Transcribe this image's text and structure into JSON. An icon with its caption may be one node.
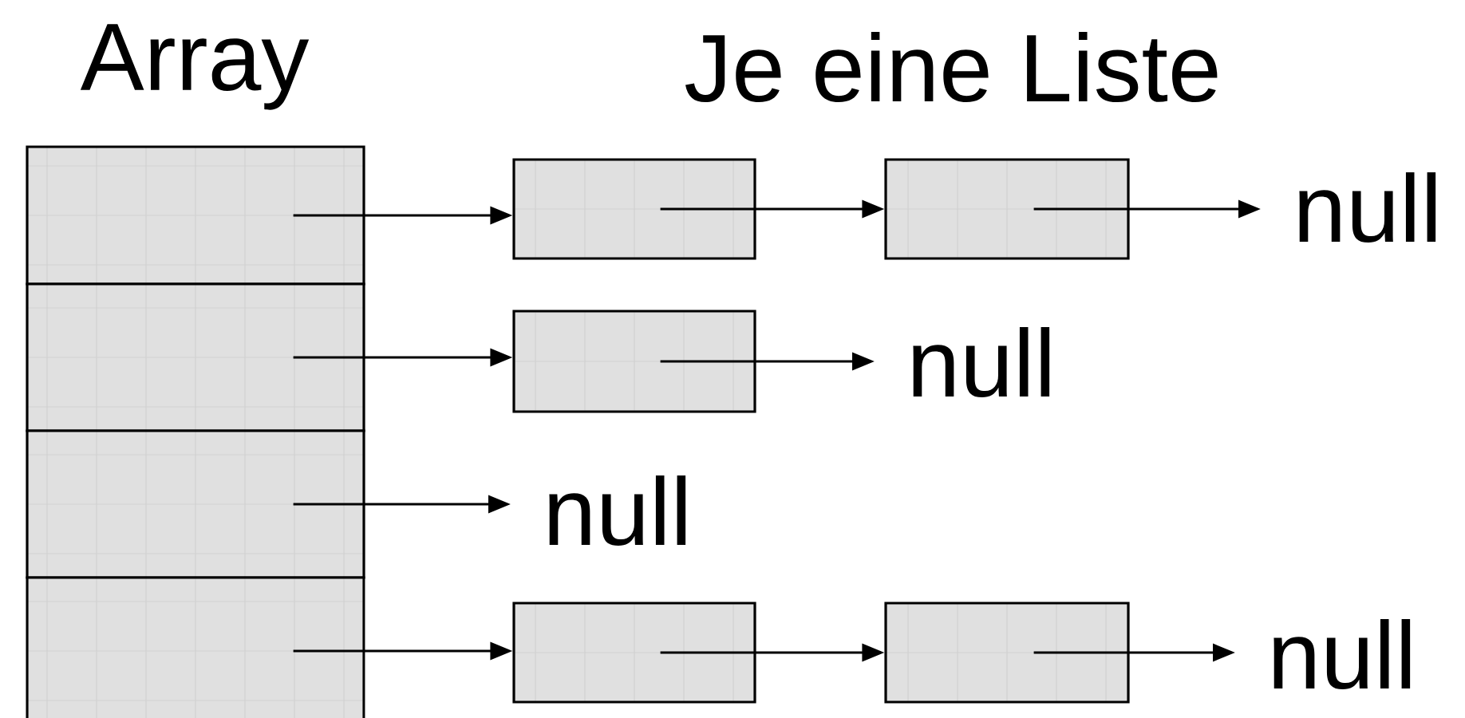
{
  "diagram": {
    "nodes": [
      {
        "text": [],
        "shape": "box"
      },
      {
        "text": [],
        "shape": "box"
      },
      {
        "text": [],
        "shape": "box"
      },
      {
        "text": [],
        "shape": "box"
      },
      {
        "text": [],
        "shape": "box"
      },
      {
        "text": [],
        "shape": "box"
      },
      {
        "text": [
          "null"
        ]
      },
      {
        "text": [],
        "shape": "box"
      },
      {
        "text": [
          "null"
        ]
      },
      {
        "text": [
          "null"
        ]
      },
      {
        "text": [],
        "shape": "box"
      },
      {
        "text": [],
        "shape": "box"
      },
      {
        "text": [
          "null"
        ]
      }
    ],
    "edges": [
      {
        "from": 0,
        "to": 4,
        "arrow": "to"
      },
      {
        "from": 4,
        "to": 5,
        "arrow": "to"
      },
      {
        "from": 5,
        "to": 6,
        "arrow": "to"
      },
      {
        "from": 1,
        "to": 7,
        "arrow": "to"
      },
      {
        "from": 7,
        "to": 8,
        "arrow": "to"
      },
      {
        "from": 2,
        "to": 9,
        "arrow": "to"
      },
      {
        "from": 3,
        "to": 10,
        "arrow": "to"
      },
      {
        "from": 10,
        "to": 11,
        "arrow": "to"
      },
      {
        "from": 11,
        "to": 12,
        "arrow": "to"
      }
    ],
    "labels": [
      "Array",
      "Je eine Liste"
    ]
  }
}
